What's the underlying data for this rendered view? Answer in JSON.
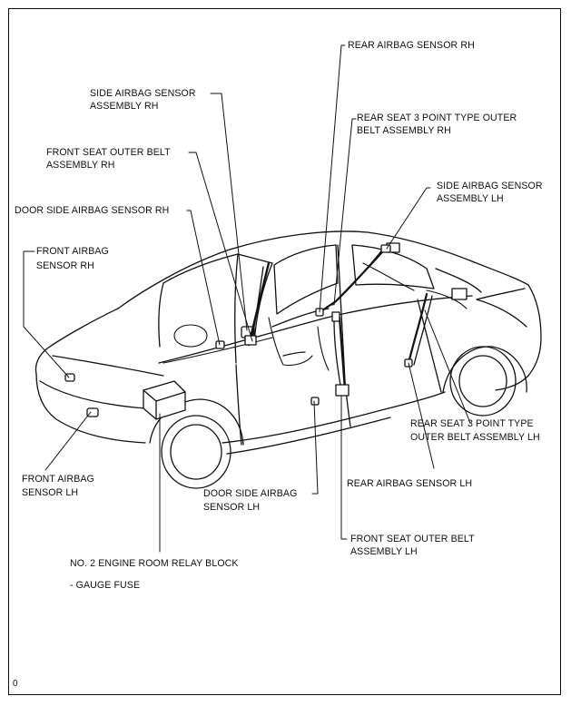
{
  "diagram": {
    "figure_code": "0",
    "labels": {
      "rear_airbag_sensor_rh": "REAR AIRBAG SENSOR RH",
      "side_airbag_sensor_rh_line1": "SIDE AIRBAG SENSOR",
      "side_airbag_sensor_rh_line2": "ASSEMBLY RH",
      "rear_seat_belt_rh_line1": "REAR SEAT 3 POINT TYPE OUTER",
      "rear_seat_belt_rh_line2": "BELT ASSEMBLY RH",
      "front_seat_belt_rh_line1": "FRONT SEAT OUTER BELT",
      "front_seat_belt_rh_line2": "ASSEMBLY RH",
      "side_airbag_sensor_lh_line1": "SIDE AIRBAG SENSOR",
      "side_airbag_sensor_lh_line2": "ASSEMBLY LH",
      "door_side_airbag_sensor_rh": "DOOR SIDE AIRBAG SENSOR RH",
      "front_airbag_sensor_rh_line1": "FRONT AIRBAG",
      "front_airbag_sensor_rh_line2": "SENSOR RH",
      "rear_seat_belt_lh_line1": "REAR SEAT 3 POINT TYPE",
      "rear_seat_belt_lh_line2": "OUTER BELT ASSEMBLY LH",
      "front_airbag_sensor_lh_line1": "FRONT AIRBAG",
      "front_airbag_sensor_lh_line2": "SENSOR LH",
      "rear_airbag_sensor_lh": "REAR AIRBAG SENSOR LH",
      "door_side_airbag_sensor_lh_line1": "DOOR SIDE AIRBAG",
      "door_side_airbag_sensor_lh_line2": "SENSOR LH",
      "front_seat_belt_lh_line1": "FRONT SEAT OUTER BELT",
      "front_seat_belt_lh_line2": "ASSEMBLY LH",
      "relay_block": "NO. 2 ENGINE ROOM RELAY BLOCK",
      "gauge_fuse": "- GAUGE FUSE"
    }
  }
}
